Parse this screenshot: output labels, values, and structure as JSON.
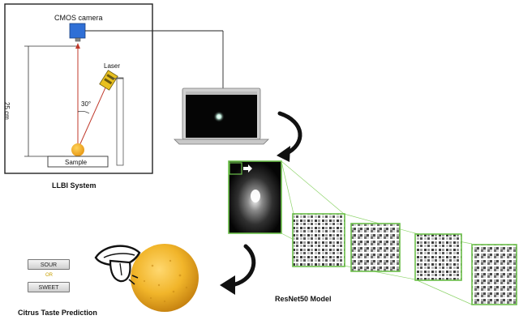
{
  "llbi": {
    "camera_label": "CMOS camera",
    "laser_label": "Laser",
    "distance_label": "25 cm",
    "angle_label": "30°",
    "sample_label": "Sample",
    "caption": "LLBI System"
  },
  "model": {
    "caption": "ResNet50 Model"
  },
  "prediction": {
    "option_sour": "SOUR",
    "or_label": "OR",
    "option_sweet": "SWEET",
    "caption": "Citrus Taste Prediction"
  },
  "colors": {
    "camera_blue": "#2f6fd6",
    "laser_yellow": "#e8c020",
    "beam_red": "#c0392b",
    "fruit_orange": "#f2a93b",
    "feature_green": "#6cc04a",
    "or_yellow": "#c8a000"
  }
}
